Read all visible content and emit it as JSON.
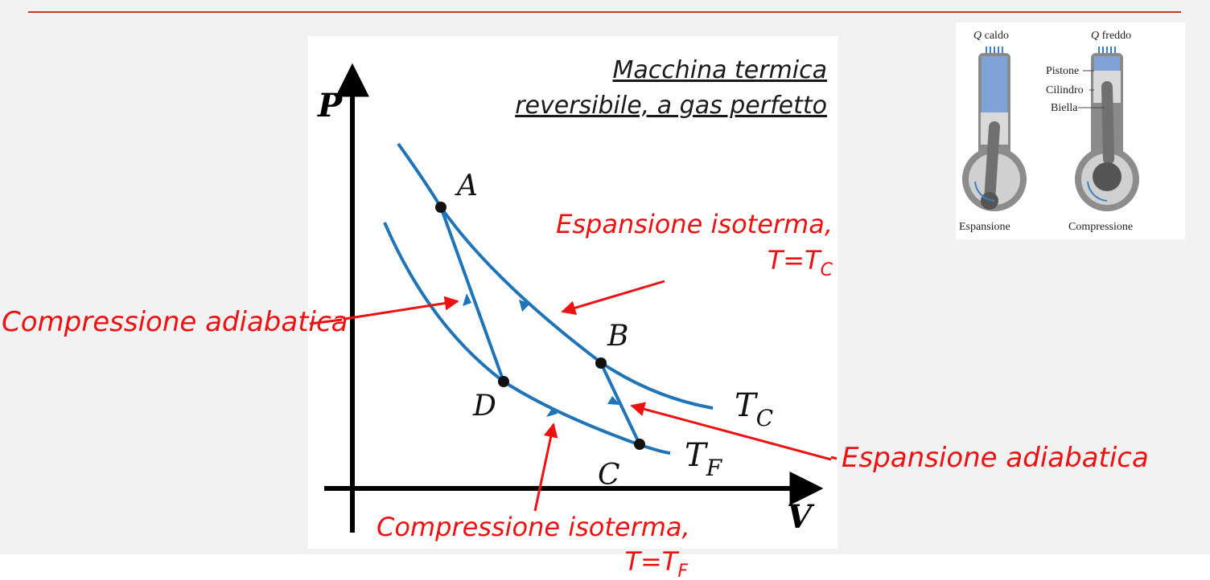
{
  "diagram": {
    "title_line1": "Macchina termica",
    "title_line2": "reversibile, a gas perfetto",
    "axis_y_label": "P",
    "axis_x_label": "V",
    "point_A": "A",
    "point_B": "B",
    "point_C": "C",
    "point_D": "D",
    "isotherm_hot_symbol": "T",
    "isotherm_hot_subscript": "C",
    "isotherm_cold_symbol": "T",
    "isotherm_cold_subscript": "F",
    "curve_color": "#1f73b7",
    "annotation_color": "#ee1111"
  },
  "annotations": {
    "isothermal_expansion": "Espansione isoterma,",
    "isothermal_expansion_temp": "T=T",
    "isothermal_expansion_temp_sub": "C",
    "adiabatic_compression": "Compressione adiabatica",
    "adiabatic_expansion": "Espansione adiabatica",
    "isothermal_compression": "Compressione isoterma,",
    "isothermal_compression_temp": "T=T",
    "isothermal_compression_temp_sub": "F"
  },
  "engine_figure": {
    "hot_q": "Q",
    "hot_label": " caldo",
    "cold_q": "Q",
    "cold_label": " freddo",
    "piston_label": "Pistone",
    "cylinder_label": "Cilindro",
    "rod_label": "Biella",
    "expansion_caption": "Espansione",
    "compression_caption": "Compressione"
  }
}
